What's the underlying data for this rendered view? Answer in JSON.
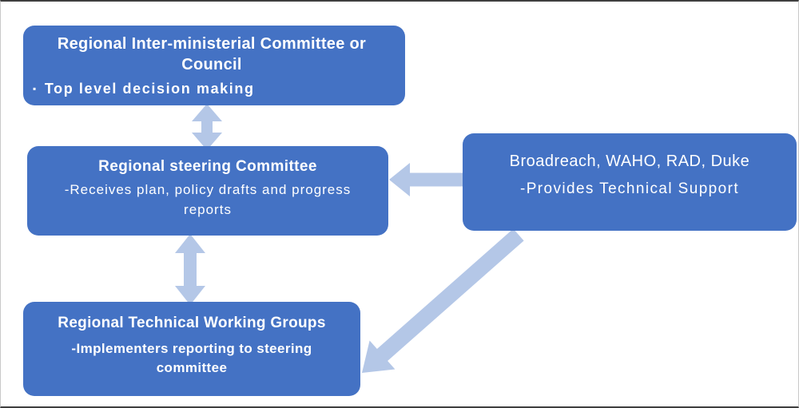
{
  "colors": {
    "box_fill": "#4472C4",
    "arrow_fill": "#B4C7E7",
    "text": "#FFFFFF",
    "canvas_bg": "#FFFFFF"
  },
  "boxes": {
    "inter_ministerial": {
      "title": "Regional Inter-ministerial Committee or Council",
      "bullet_marker": "▪",
      "bullet": "Top level decision making"
    },
    "steering": {
      "title": "Regional steering Committee",
      "subtitle": "-Receives plan, policy drafts and progress reports"
    },
    "working_groups": {
      "title": "Regional Technical Working Groups",
      "subtitle": "-Implementers reporting to steering committee"
    },
    "partners": {
      "title": "Broadreach, WAHO, RAD, Duke",
      "subtitle": "-Provides Technical Support"
    }
  },
  "arrows": [
    {
      "name": "bidirectional-arrow-inter-ministerial-steering",
      "type": "double-headed-vertical"
    },
    {
      "name": "bidirectional-arrow-steering-working-groups",
      "type": "double-headed-vertical"
    },
    {
      "name": "arrow-partners-to-steering",
      "type": "single-headed-left"
    },
    {
      "name": "arrow-partners-to-working-groups",
      "type": "single-headed-diagonal-down-left"
    }
  ]
}
